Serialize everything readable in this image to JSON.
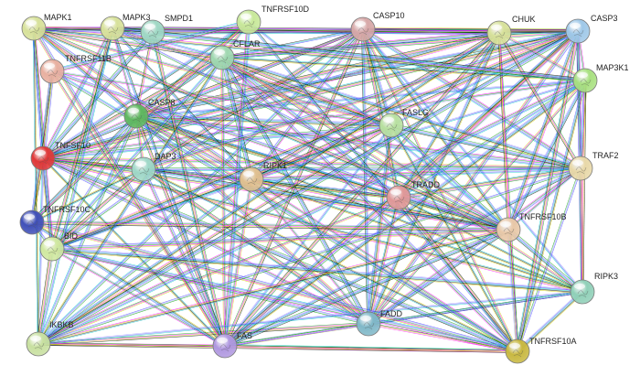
{
  "nodes": [
    {
      "id": "MAPK1",
      "label": "MAPK1",
      "color": "#d7e19a"
    },
    {
      "id": "MAPK3",
      "label": "MAPK3",
      "color": "#d7e19a"
    },
    {
      "id": "SMPD1",
      "label": "SMPD1",
      "color": "#9fd8c4"
    },
    {
      "id": "TNFRSF10D",
      "label": "TNFRSF10D",
      "color": "#c8e89a"
    },
    {
      "id": "CASP10",
      "label": "CASP10",
      "color": "#d7a8a8"
    },
    {
      "id": "CHUK",
      "label": "CHUK",
      "color": "#d7e19a"
    },
    {
      "id": "CASP3",
      "label": "CASP3",
      "color": "#9fc8e8"
    },
    {
      "id": "TNFRSF11B",
      "label": "TNFRSF11B",
      "color": "#e8b0a0"
    },
    {
      "id": "CFLAR",
      "label": "CFLAR",
      "color": "#9fd8b0"
    },
    {
      "id": "MAP3K1",
      "label": "MAP3K1",
      "color": "#a8e080"
    },
    {
      "id": "CASP8",
      "label": "CASP8",
      "color": "#60b860"
    },
    {
      "id": "FASLG",
      "label": "FASLG",
      "color": "#b8e0a0"
    },
    {
      "id": "TNFSF10",
      "label": "TNFSF10",
      "color": "#e03838"
    },
    {
      "id": "DAP3",
      "label": "DAP3",
      "color": "#9fd8c8"
    },
    {
      "id": "RIPK1",
      "label": "RIPK1",
      "color": "#e0c090"
    },
    {
      "id": "TRAF2",
      "label": "TRAF2",
      "color": "#e8d8a8"
    },
    {
      "id": "TRADD",
      "label": "TRADD",
      "color": "#e09898"
    },
    {
      "id": "TNFRSF10C",
      "label": "TNFRSF10C",
      "color": "#4050b8"
    },
    {
      "id": "TNFRSF10B",
      "label": "TNFRSF10B",
      "color": "#e8c8a8"
    },
    {
      "id": "BID",
      "label": "BID",
      "color": "#d0e8a0"
    },
    {
      "id": "RIPK3",
      "label": "RIPK3",
      "color": "#90d0b8"
    },
    {
      "id": "FADD",
      "label": "FADD",
      "color": "#80b8c8"
    },
    {
      "id": "IKBKB",
      "label": "IKBKB",
      "color": "#c8e0a0"
    },
    {
      "id": "FAS",
      "label": "FAS",
      "color": "#b098e0"
    },
    {
      "id": "TNFRSF10A",
      "label": "TNFRSF10A",
      "color": "#c8b840"
    }
  ],
  "edge_colors": [
    "#ff00ff",
    "#00c8c8",
    "#00a000",
    "#000000",
    "#a0a0ff",
    "#d0d000",
    "#4040ff"
  ],
  "edges": [
    [
      "TNFSF10",
      "CASP8"
    ],
    [
      "TNFSF10",
      "TNFRSF10B"
    ],
    [
      "TNFSF10",
      "TNFRSF10A"
    ],
    [
      "TNFSF10",
      "TNFRSF10C"
    ],
    [
      "TNFSF10",
      "TNFRSF10D"
    ],
    [
      "TNFSF10",
      "TNFRSF11B"
    ],
    [
      "TNFSF10",
      "CASP10"
    ],
    [
      "TNFSF10",
      "FADD"
    ],
    [
      "TNFSF10",
      "CASP3"
    ],
    [
      "TNFSF10",
      "RIPK1"
    ],
    [
      "TNFSF10",
      "TRADD"
    ],
    [
      "TNFSF10",
      "BID"
    ],
    [
      "TNFSF10",
      "DAP3"
    ],
    [
      "TNFSF10",
      "MAPK1"
    ],
    [
      "TNFSF10",
      "MAPK3"
    ],
    [
      "TNFSF10",
      "FAS"
    ],
    [
      "TNFSF10",
      "FASLG"
    ],
    [
      "TNFSF10",
      "CFLAR"
    ],
    [
      "TNFSF10",
      "IKBKB"
    ],
    [
      "TNFSF10",
      "TRAF2"
    ],
    [
      "TNFSF10",
      "CHUK"
    ],
    [
      "TNFSF10",
      "MAP3K1"
    ],
    [
      "TNFSF10",
      "RIPK3"
    ],
    [
      "TNFSF10",
      "SMPD1"
    ],
    [
      "CASP8",
      "CASP10"
    ],
    [
      "CASP8",
      "CASP3"
    ],
    [
      "CASP8",
      "FADD"
    ],
    [
      "CASP8",
      "CFLAR"
    ],
    [
      "CASP8",
      "RIPK1"
    ],
    [
      "CASP8",
      "TRADD"
    ],
    [
      "CASP8",
      "BID"
    ],
    [
      "CASP8",
      "FAS"
    ],
    [
      "CASP8",
      "FASLG"
    ],
    [
      "CASP8",
      "TNFRSF10A"
    ],
    [
      "CASP8",
      "TNFRSF10B"
    ],
    [
      "CASP8",
      "TRAF2"
    ],
    [
      "CASP8",
      "RIPK3"
    ],
    [
      "CASP8",
      "IKBKB"
    ],
    [
      "CASP8",
      "CHUK"
    ],
    [
      "CASP8",
      "MAP3K1"
    ],
    [
      "CASP8",
      "DAP3"
    ],
    [
      "CASP8",
      "MAPK1"
    ],
    [
      "CASP8",
      "MAPK3"
    ],
    [
      "CASP8",
      "TNFRSF10D"
    ],
    [
      "CASP8",
      "TNFRSF10C"
    ],
    [
      "CASP8",
      "SMPD1"
    ],
    [
      "CASP10",
      "FADD"
    ],
    [
      "CASP10",
      "CASP3"
    ],
    [
      "CASP10",
      "CFLAR"
    ],
    [
      "CASP10",
      "RIPK1"
    ],
    [
      "CASP10",
      "TRADD"
    ],
    [
      "CASP10",
      "BID"
    ],
    [
      "CASP10",
      "FAS"
    ],
    [
      "CASP10",
      "FASLG"
    ],
    [
      "CASP10",
      "TNFRSF10A"
    ],
    [
      "CASP10",
      "TNFRSF10B"
    ],
    [
      "CASP10",
      "TRAF2"
    ],
    [
      "CASP10",
      "CHUK"
    ],
    [
      "CASP10",
      "IKBKB"
    ],
    [
      "CASP10",
      "DAP3"
    ],
    [
      "CASP10",
      "RIPK3"
    ],
    [
      "FADD",
      "FAS"
    ],
    [
      "FADD",
      "FASLG"
    ],
    [
      "FADD",
      "RIPK1"
    ],
    [
      "FADD",
      "TRADD"
    ],
    [
      "FADD",
      "CFLAR"
    ],
    [
      "FADD",
      "TNFRSF10A"
    ],
    [
      "FADD",
      "TNFRSF10B"
    ],
    [
      "FADD",
      "CASP3"
    ],
    [
      "FADD",
      "RIPK3"
    ],
    [
      "FADD",
      "TRAF2"
    ],
    [
      "FADD",
      "DAP3"
    ],
    [
      "FADD",
      "BID"
    ],
    [
      "FADD",
      "IKBKB"
    ],
    [
      "FADD",
      "CHUK"
    ],
    [
      "FADD",
      "MAP3K1"
    ],
    [
      "RIPK1",
      "TRADD"
    ],
    [
      "RIPK1",
      "TRAF2"
    ],
    [
      "RIPK1",
      "RIPK3"
    ],
    [
      "RIPK1",
      "IKBKB"
    ],
    [
      "RIPK1",
      "CHUK"
    ],
    [
      "RIPK1",
      "MAP3K1"
    ],
    [
      "RIPK1",
      "FAS"
    ],
    [
      "RIPK1",
      "FASLG"
    ],
    [
      "RIPK1",
      "TNFRSF10A"
    ],
    [
      "RIPK1",
      "TNFRSF10B"
    ],
    [
      "RIPK1",
      "CFLAR"
    ],
    [
      "RIPK1",
      "CASP3"
    ],
    [
      "RIPK1",
      "BID"
    ],
    [
      "RIPK1",
      "MAPK1"
    ],
    [
      "RIPK1",
      "MAPK3"
    ],
    [
      "RIPK1",
      "DAP3"
    ],
    [
      "TRADD",
      "TRAF2"
    ],
    [
      "TRADD",
      "FAS"
    ],
    [
      "TRADD",
      "TNFRSF10A"
    ],
    [
      "TRADD",
      "TNFRSF10B"
    ],
    [
      "TRADD",
      "IKBKB"
    ],
    [
      "TRADD",
      "CHUK"
    ],
    [
      "TRADD",
      "CFLAR"
    ],
    [
      "TRADD",
      "RIPK3"
    ],
    [
      "TRADD",
      "MAP3K1"
    ],
    [
      "TRADD",
      "CASP3"
    ],
    [
      "FAS",
      "FASLG"
    ],
    [
      "FAS",
      "CFLAR"
    ],
    [
      "FAS",
      "CASP3"
    ],
    [
      "FAS",
      "BID"
    ],
    [
      "FAS",
      "TNFRSF10A"
    ],
    [
      "FAS",
      "TNFRSF10B"
    ],
    [
      "FAS",
      "IKBKB"
    ],
    [
      "FAS",
      "TRAF2"
    ],
    [
      "FAS",
      "MAPK1"
    ],
    [
      "FAS",
      "MAPK3"
    ],
    [
      "FAS",
      "DAP3"
    ],
    [
      "FAS",
      "SMPD1"
    ],
    [
      "FAS",
      "RIPK3"
    ],
    [
      "FAS",
      "CHUK"
    ],
    [
      "FAS",
      "MAP3K1"
    ],
    [
      "FAS",
      "TNFRSF11B"
    ],
    [
      "FAS",
      "TNFRSF10C"
    ],
    [
      "FAS",
      "TNFRSF10D"
    ],
    [
      "FASLG",
      "TNFRSF10A"
    ],
    [
      "FASLG",
      "TNFRSF10B"
    ],
    [
      "FASLG",
      "CFLAR"
    ],
    [
      "FASLG",
      "CASP3"
    ],
    [
      "FASLG",
      "MAPK1"
    ],
    [
      "FASLG",
      "MAPK3"
    ],
    [
      "FASLG",
      "TNFRSF11B"
    ],
    [
      "FASLG",
      "BID"
    ],
    [
      "FASLG",
      "TRAF2"
    ],
    [
      "FASLG",
      "IKBKB"
    ],
    [
      "TNFRSF10A",
      "TNFRSF10B"
    ],
    [
      "TNFRSF10A",
      "TNFRSF10C"
    ],
    [
      "TNFRSF10A",
      "TNFRSF10D"
    ],
    [
      "TNFRSF10A",
      "CFLAR"
    ],
    [
      "TNFRSF10A",
      "CASP3"
    ],
    [
      "TNFRSF10A",
      "TRAF2"
    ],
    [
      "TNFRSF10A",
      "IKBKB"
    ],
    [
      "TNFRSF10A",
      "RIPK3"
    ],
    [
      "TNFRSF10A",
      "CHUK"
    ],
    [
      "TNFRSF10A",
      "MAP3K1"
    ],
    [
      "TNFRSF10A",
      "BID"
    ],
    [
      "TNFRSF10A",
      "DAP3"
    ],
    [
      "TNFRSF10A",
      "TNFRSF11B"
    ],
    [
      "TNFRSF10B",
      "TNFRSF10C"
    ],
    [
      "TNFRSF10B",
      "TNFRSF10D"
    ],
    [
      "TNFRSF10B",
      "CFLAR"
    ],
    [
      "TNFRSF10B",
      "CASP3"
    ],
    [
      "TNFRSF10B",
      "TRAF2"
    ],
    [
      "TNFRSF10B",
      "IKBKB"
    ],
    [
      "TNFRSF10B",
      "RIPK3"
    ],
    [
      "TNFRSF10B",
      "CHUK"
    ],
    [
      "TNFRSF10B",
      "MAP3K1"
    ],
    [
      "TNFRSF10B",
      "BID"
    ],
    [
      "TNFRSF10B",
      "DAP3"
    ],
    [
      "TNFRSF10B",
      "TNFRSF11B"
    ],
    [
      "TNFRSF10B",
      "MAPK1"
    ],
    [
      "TNFRSF10B",
      "MAPK3"
    ],
    [
      "CFLAR",
      "CASP3"
    ],
    [
      "CFLAR",
      "TRAF2"
    ],
    [
      "CFLAR",
      "RIPK3"
    ],
    [
      "CFLAR",
      "IKBKB"
    ],
    [
      "CFLAR",
      "CHUK"
    ],
    [
      "CFLAR",
      "MAP3K1"
    ],
    [
      "CFLAR",
      "BID"
    ],
    [
      "CFLAR",
      "MAPK1"
    ],
    [
      "CFLAR",
      "MAPK3"
    ],
    [
      "CFLAR",
      "TNFRSF10D"
    ],
    [
      "CASP3",
      "BID"
    ],
    [
      "CASP3",
      "MAP3K1"
    ],
    [
      "CASP3",
      "CHUK"
    ],
    [
      "CASP3",
      "IKBKB"
    ],
    [
      "CASP3",
      "MAPK1"
    ],
    [
      "CASP3",
      "MAPK3"
    ],
    [
      "CASP3",
      "DAP3"
    ],
    [
      "CASP3",
      "TRAF2"
    ],
    [
      "CASP3",
      "RIPK3"
    ],
    [
      "CASP3",
      "SMPD1"
    ],
    [
      "TRAF2",
      "IKBKB"
    ],
    [
      "TRAF2",
      "CHUK"
    ],
    [
      "TRAF2",
      "MAP3K1"
    ],
    [
      "TRAF2",
      "RIPK3"
    ],
    [
      "IKBKB",
      "CHUK"
    ],
    [
      "IKBKB",
      "MAP3K1"
    ],
    [
      "IKBKB",
      "MAPK1"
    ],
    [
      "IKBKB",
      "MAPK3"
    ],
    [
      "IKBKB",
      "BID"
    ],
    [
      "IKBKB",
      "RIPK3"
    ],
    [
      "CHUK",
      "MAP3K1"
    ],
    [
      "CHUK",
      "MAPK1"
    ],
    [
      "CHUK",
      "MAPK3"
    ],
    [
      "MAP3K1",
      "MAPK1"
    ],
    [
      "MAP3K1",
      "MAPK3"
    ],
    [
      "MAP3K1",
      "RIPK3"
    ],
    [
      "MAPK1",
      "MAPK3"
    ],
    [
      "MAPK1",
      "SMPD1"
    ],
    [
      "MAPK3",
      "SMPD1"
    ],
    [
      "MAPK1",
      "BID"
    ],
    [
      "MAPK3",
      "BID"
    ],
    [
      "BID",
      "TNFRSF10C"
    ],
    [
      "BID",
      "DAP3"
    ],
    [
      "BID",
      "RIPK3"
    ],
    [
      "TNFRSF10C",
      "TNFRSF10D"
    ],
    [
      "TNFRSF10C",
      "TNFRSF11B"
    ],
    [
      "TNFRSF10D",
      "TNFRSF11B"
    ],
    [
      "DAP3",
      "TNFRSF10C"
    ],
    [
      "DAP3",
      "TRAF2"
    ]
  ]
}
